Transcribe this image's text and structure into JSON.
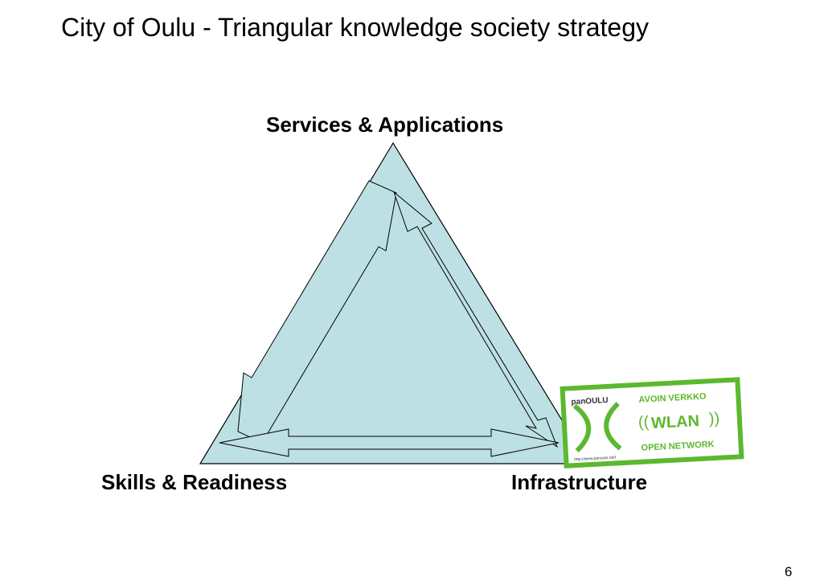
{
  "title": "City of Oulu - Triangular knowledge society strategy",
  "diagram": {
    "vertices": {
      "top": "Services & Applications",
      "bottom_left": "Skills & Readiness",
      "bottom_right": "Infrastructure"
    },
    "colors": {
      "fill": "#bde0e4",
      "stroke": "#000000",
      "sticker": "#5cb82f"
    }
  },
  "sticker": {
    "brand": "panOULU",
    "line1": "AVOIN VERKKO",
    "line2": "WLAN",
    "line3": "OPEN NETWORK",
    "url": "http://www.panoulu.net/"
  },
  "page_number": "6"
}
